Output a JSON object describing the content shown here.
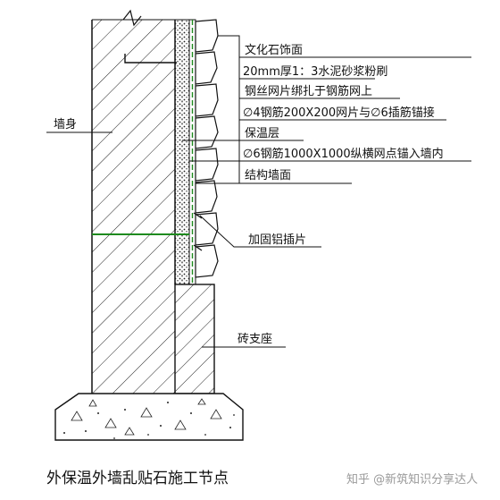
{
  "diagram": {
    "labels": {
      "culture_stone": "文化石饰面",
      "mortar": "20mm厚1：3水泥砂浆粉刷",
      "wire_mesh": "钢丝网片绑扎于钢筋网上",
      "rebar_mesh": "∅4钢筋200X200网片与∅6插筋锚接",
      "insulation": "保温层",
      "rebar_anchor": "∅6钢筋1000X1000纵横网点锚入墙内",
      "structural_wall": "结构墙面",
      "wall_body": "墙身",
      "aluminum_insert": "加固铝插片",
      "brick_support": "砖支座"
    },
    "caption": "外保温外墙乱贴石施工节点",
    "watermark": "知乎 @新筑知识分享达人"
  },
  "colors": {
    "line": "#111111",
    "accent_green": "#1e8a1e",
    "watermark": "#9a9a9a"
  }
}
